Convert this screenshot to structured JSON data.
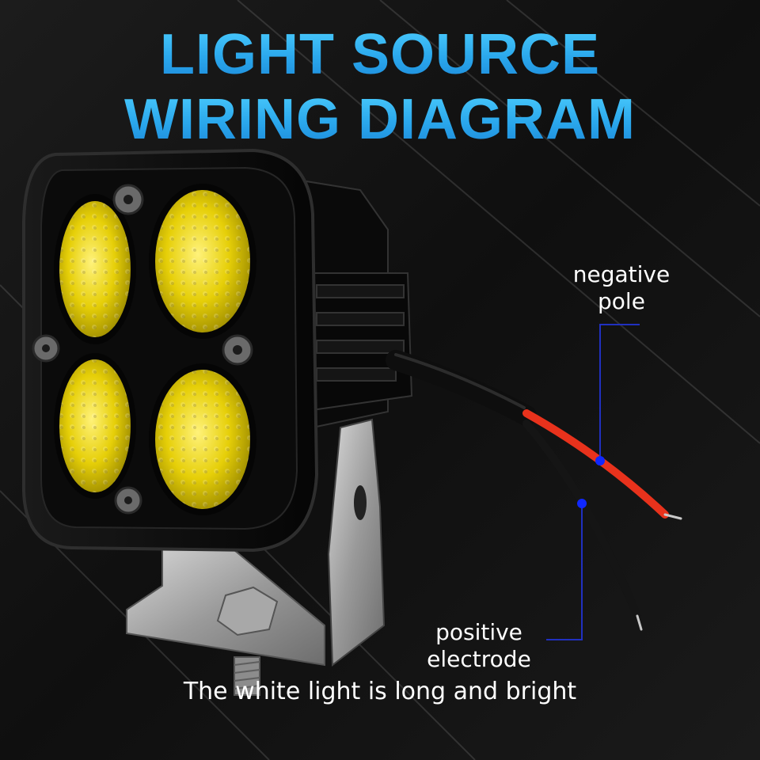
{
  "header": {
    "title_line1": "LIGHT SOURCE",
    "title_line2": "WIRING DIAGRAM"
  },
  "labels": {
    "negative": [
      "negative",
      "pole"
    ],
    "positive": [
      "positive",
      "electrode"
    ]
  },
  "caption": "The white light is long and bright",
  "colors": {
    "title": "#2aa7ec",
    "lens": "#e9d400",
    "housing": "#0d0d0d",
    "wire_red": "#e8321c",
    "wire_black": "#151515",
    "marker_dot": "#1028ff",
    "leader_line": "#2030c0"
  }
}
